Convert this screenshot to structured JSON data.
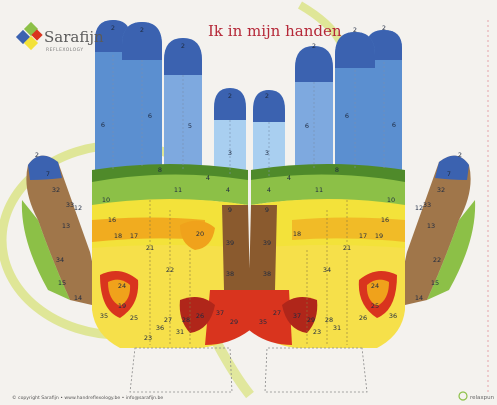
{
  "header": {
    "brand_name": "Sarafijn",
    "brand_tagline": "REFLEXOLOGY",
    "title": "Ik in mijn handen"
  },
  "footer": {
    "copyright": "© copyright Sarafijn • www.handreflexology.be • info@sarafijn.be",
    "right_brand": "relaxpun"
  },
  "zones": {
    "left_hand": [
      "2",
      "2",
      "2",
      "2",
      "2",
      "7",
      "6",
      "6",
      "5",
      "3",
      "8",
      "4",
      "4",
      "32",
      "33",
      "12",
      "10",
      "11",
      "9",
      "13",
      "16",
      "17",
      "20",
      "39",
      "21",
      "18",
      "34",
      "22",
      "38",
      "15",
      "24",
      "14",
      "19",
      "25",
      "26",
      "37",
      "27",
      "28",
      "29",
      "35",
      "36",
      "31",
      "23"
    ],
    "right_hand": [
      "2",
      "2",
      "2",
      "2",
      "2",
      "7",
      "6",
      "6",
      "6",
      "3",
      "8",
      "4",
      "4",
      "32",
      "33",
      "12",
      "10",
      "11",
      "9",
      "13",
      "16",
      "17",
      "18",
      "39",
      "21",
      "19",
      "22",
      "34",
      "38",
      "15",
      "24",
      "14",
      "25",
      "26",
      "37",
      "27",
      "28",
      "29",
      "35",
      "36",
      "31",
      "23"
    ]
  },
  "colors": {
    "finger_dark": "#3b62b0",
    "finger_mid": "#5b8fd0",
    "finger_light": "#a9cff0",
    "palm_green": "#8cc047",
    "palm_green_dark": "#4f8a2a",
    "palm_yellow": "#f3e23a",
    "palm_orange": "#f0a21b",
    "palm_red": "#d9341e",
    "palm_brown": "#8a5a2e",
    "thumb_brown": "#a0764a",
    "title_red": "#b52838"
  }
}
